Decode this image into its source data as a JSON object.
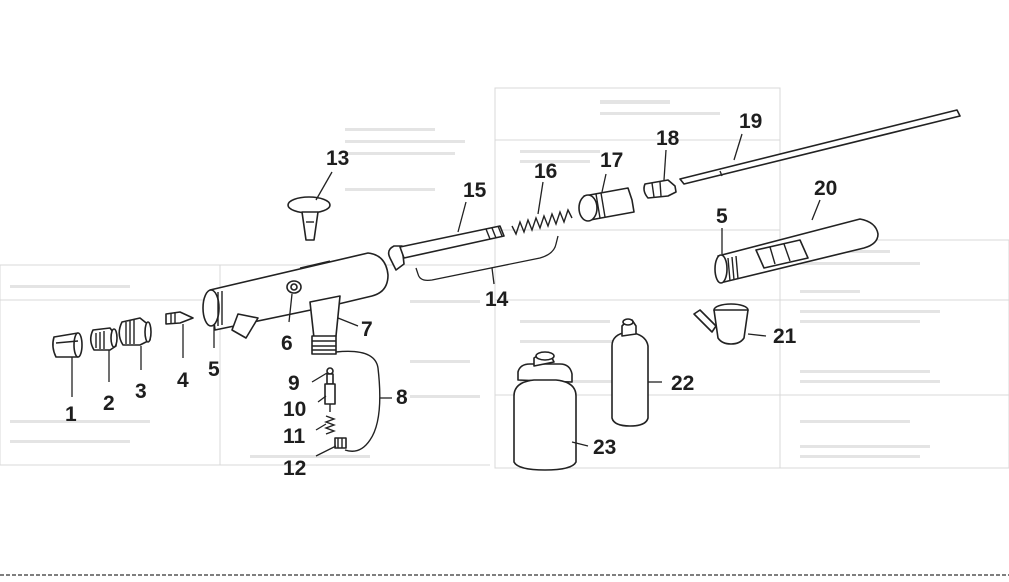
{
  "diagram": {
    "part_labels": [
      "1",
      "2",
      "3",
      "4",
      "5",
      "6",
      "7",
      "8",
      "9",
      "10",
      "11",
      "12",
      "13",
      "14",
      "15",
      "16",
      "17",
      "18",
      "19",
      "20",
      "5",
      "21",
      "22",
      "23"
    ]
  }
}
